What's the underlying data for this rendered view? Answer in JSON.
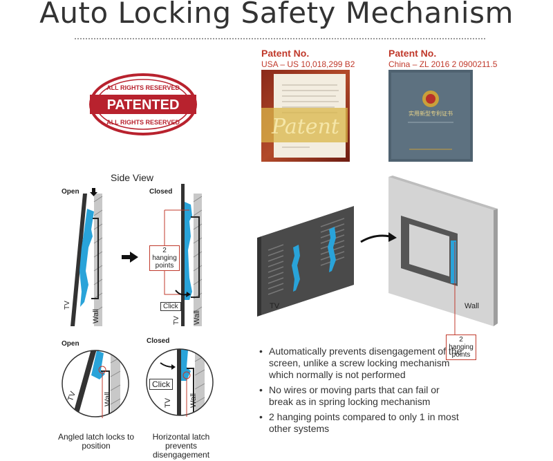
{
  "title": "Auto Locking Safety Mechanism",
  "patents": {
    "stamp": {
      "top": "ALL RIGHTS RESERVED",
      "center": "PATENTED",
      "bottom": "ALL RIGHTS RESERVED"
    },
    "usa": {
      "title": "Patent No.",
      "number": "USA – US 10,018,299 B2",
      "doc_text": "Patent"
    },
    "china": {
      "title": "Patent No.",
      "number": "China – ZL 2016 2 0900211.5",
      "doc_text": "实用新型专利证书"
    }
  },
  "side_view": {
    "heading": "Side View",
    "open_label": "Open",
    "closed_label": "Closed",
    "tv_label": "TV",
    "wall_label": "Wall",
    "hanging_points": "2 hanging points",
    "click": "Click"
  },
  "detail": {
    "open_label": "Open",
    "closed_label": "Closed",
    "tv_label": "TV",
    "wall_label": "Wall",
    "click": "Click",
    "caption_left": "Angled latch locks to position",
    "caption_right": "Horizontal latch prevents disengagement"
  },
  "iso": {
    "tv_label": "TV",
    "wall_label": "Wall",
    "hanging_points": "2 hanging points"
  },
  "bullets": [
    "Automatically prevents disengagement of the screen, unlike a screw locking mechanism which normally is not performed",
    "No wires or moving parts that can fail or break as in spring locking mechanism",
    "2 hanging points compared to only 1 in most other systems"
  ],
  "colors": {
    "accent": "#c0392b",
    "bracket": "#29a3d9",
    "wall": "#bdbdbd",
    "tv": "#555555"
  }
}
